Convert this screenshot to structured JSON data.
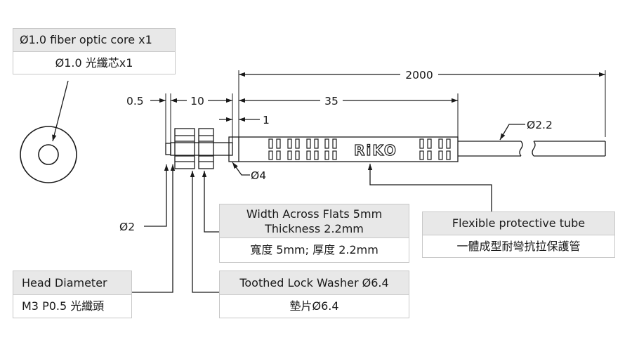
{
  "callouts": {
    "core": {
      "line1": "Ø1.0 fiber optic core x1",
      "line2": "Ø1.0 光纖芯x1"
    },
    "flats": {
      "line1": "Width Across Flats 5mm",
      "line2": "Thickness 2.2mm",
      "line3": "寬度 5mm; 厚度 2.2mm"
    },
    "tube": {
      "line1": "Flexible protective tube",
      "line2": "一體成型耐彎抗拉保護管"
    },
    "head": {
      "line1": "Head Diameter",
      "line2": "M3 P0.5 光纖頭"
    },
    "washer": {
      "line1": "Toothed Lock Washer Ø6.4",
      "line2": "墊片Ø6.4"
    }
  },
  "dimensions": {
    "tip": "0.5",
    "head_len": "10",
    "sleeve_len": "35",
    "total_len": "2000",
    "step": "1",
    "tube_dia": "Ø2.2",
    "sleeve_dia": "Ø4",
    "tip_dia": "Ø2"
  },
  "brand": "RiKO",
  "colors": {
    "line": "#1a1a1a",
    "box_header": "#e8e8e8",
    "box_border": "#c8c8c8"
  }
}
